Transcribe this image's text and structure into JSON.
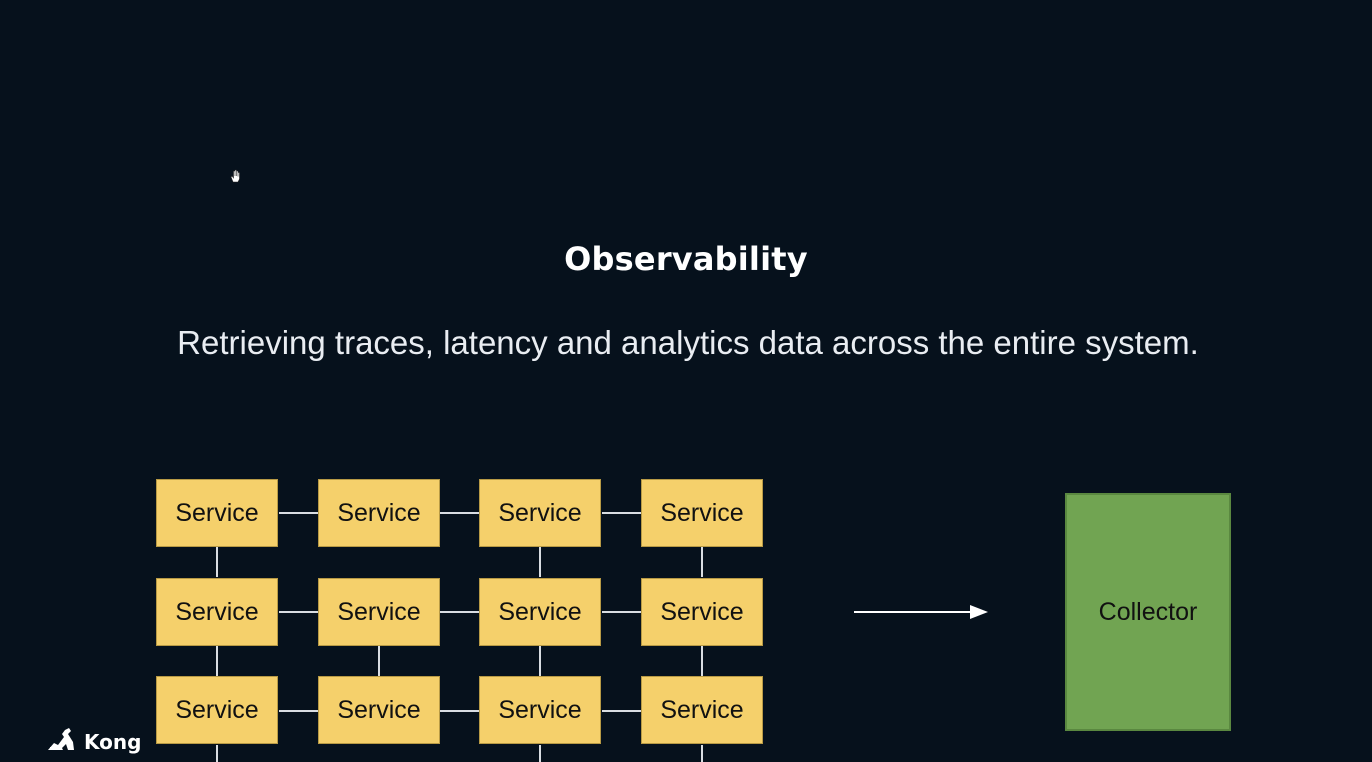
{
  "slide": {
    "title": "Observability",
    "subtitle": "Retrieving traces, latency and analytics data across the entire system."
  },
  "diagram": {
    "services": [
      [
        "Service",
        "Service",
        "Service",
        "Service"
      ],
      [
        "Service",
        "Service",
        "Service",
        "Service"
      ],
      [
        "Service",
        "Service",
        "Service",
        "Service"
      ]
    ],
    "collector_label": "Collector"
  },
  "footer": {
    "brand_name": "Kong",
    "icon": "kong-logo-icon"
  },
  "colors": {
    "background": "#06111c",
    "service_fill": "#f5d06b",
    "collector_fill": "#71a452",
    "connector": "#d9dde2"
  }
}
